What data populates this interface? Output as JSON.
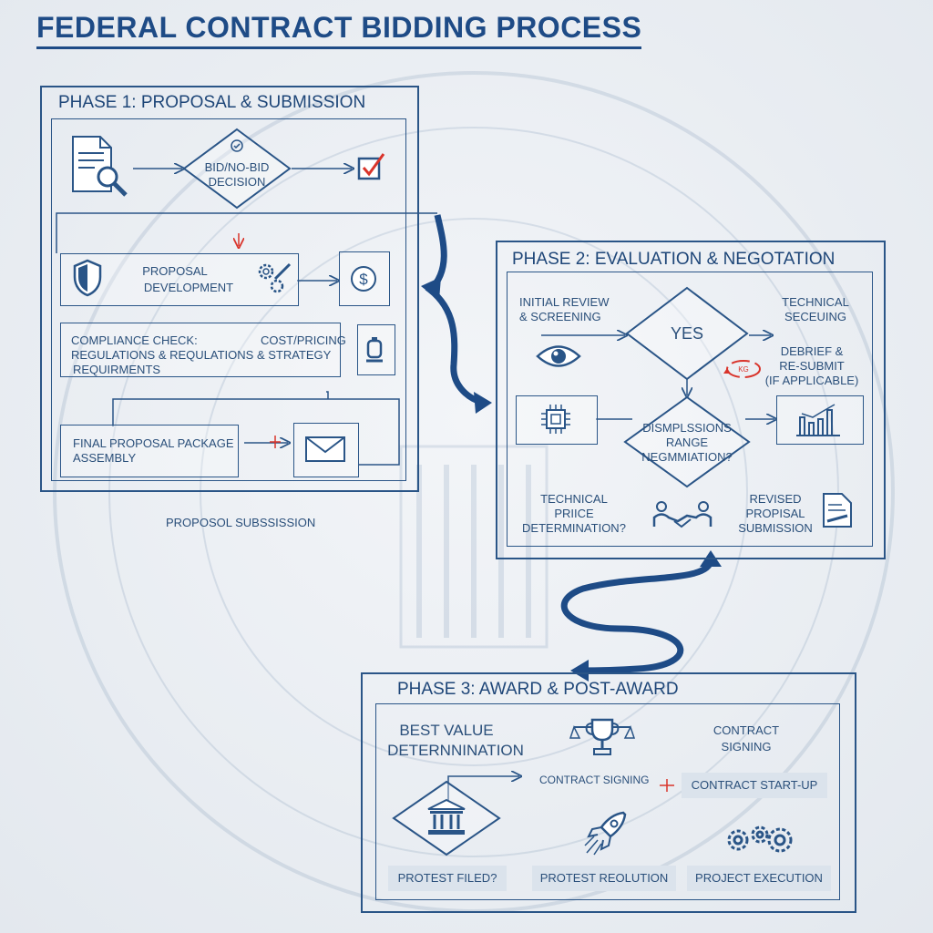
{
  "title": "FEDERAL CONTRACT BIDDING PROCESS",
  "phase1": {
    "title": "PHASE 1: PROPOSAL & SUBMISSION",
    "bid_decision": [
      "BID/NO-BID",
      "DECISION"
    ],
    "proposal_development": [
      "PROPOSAL",
      "DEVELOPMENT"
    ],
    "compliance": [
      "COMPLIANCE CHECK:",
      "REGULATIONS & REQULATIONS & STRATEGY",
      "REQUIRMENTS"
    ],
    "cost_pricing": "COST/PRICING",
    "final_package": [
      "FINAL PROPOSAL PACKAGE",
      "ASSEMBLY"
    ],
    "submission_caption": "PROPOSOL SUBSSISSION"
  },
  "phase2": {
    "title": "PHASE 2: EVALUATION & NEGOTATION",
    "initial_review": [
      "INITIAL REVIEW",
      "& SCREENING"
    ],
    "yes": "YES",
    "technical_screening": [
      "TECHNICAL",
      "SECEUING"
    ],
    "debrief": [
      "DEBRIEF &",
      "RE-SUBMIT",
      "(IF APPLICABLE)"
    ],
    "discussions": [
      "DISMPLSSIONS",
      "RANGE",
      "NEGMMIATION?"
    ],
    "technical_price": [
      "TECHNICAL",
      "PRIICE",
      "DETERMINATION?"
    ],
    "revised": [
      "REVISED",
      "PROPISAL",
      "SUBMISSION"
    ]
  },
  "phase3": {
    "title": "PHASE 3: AWARD & POST-AWARD",
    "best_value": [
      "BEST VALUE",
      "DETERNNINATION"
    ],
    "contract_signing_top": [
      "CONTRACT",
      "SIGNING"
    ],
    "contract_signing_mid": "CONTRACT SIGNING",
    "contract_startup": "CONTRACT START-UP",
    "protest_filed": "PROTEST FILED?",
    "protest_resolution": "PROTEST REOLUTION",
    "project_execution": "PROJECT EXECUTION"
  },
  "colors": {
    "primary": "#2a5587",
    "title": "#1e4b86",
    "accent_red": "#d9342b",
    "pill_bg": "#dbe3ec",
    "background": "#e9edf2"
  },
  "icons": [
    "document-search-icon",
    "checkbox-icon",
    "shield-icon",
    "gears-pencil-icon",
    "dollar-icon",
    "clipboard-icon",
    "envelope-icon",
    "eye-icon",
    "chip-icon",
    "cycle-icon",
    "bar-chart-icon",
    "handshake-icon",
    "document-sign-icon",
    "trophy-scales-icon",
    "bank-icon",
    "rocket-icon",
    "gears-icon"
  ]
}
